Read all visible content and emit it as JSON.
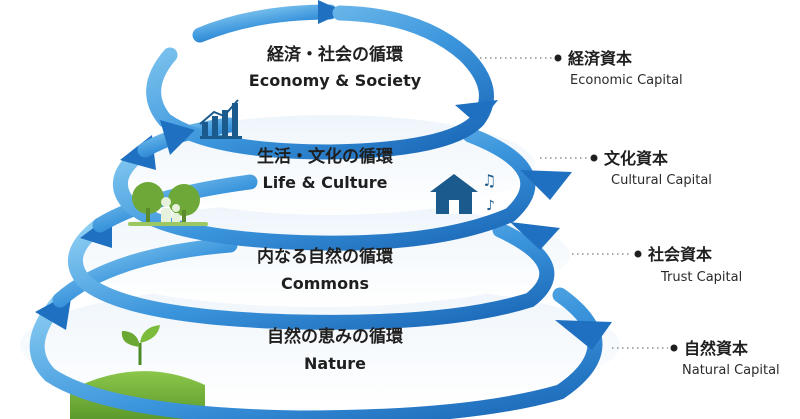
{
  "cycles": [
    {
      "jp": "経済・社会の循環",
      "en": "Economy & Society"
    },
    {
      "jp": "生活・文化の循環",
      "en": "Life & Culture"
    },
    {
      "jp": "内なる自然の循環",
      "en": "Commons"
    },
    {
      "jp": "自然の恵みの循環",
      "en": "Nature"
    }
  ],
  "capitals": [
    {
      "jp": "経済資本",
      "en": "Economic Capital"
    },
    {
      "jp": "文化資本",
      "en": "Cultural Capital"
    },
    {
      "jp": "社会資本",
      "en": "Trust Capital"
    },
    {
      "jp": "自然資本",
      "en": "Natural Capital"
    }
  ],
  "icons": [
    "bar-chart-icon",
    "trees-family-icon",
    "house-music-icon",
    "sprout-icon"
  ],
  "colors": {
    "ring_light": "#5aaee6",
    "ring_dark": "#1763b4",
    "icon_blue": "#1b5a8c",
    "leaf_green": "#5b9a2c"
  }
}
